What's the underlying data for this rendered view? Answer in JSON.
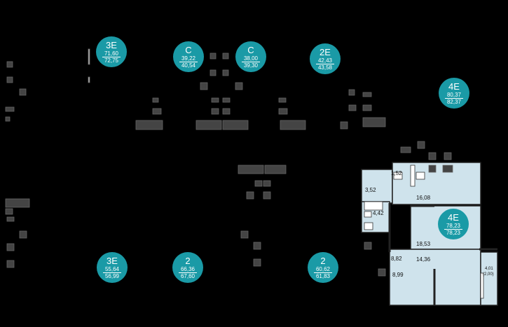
{
  "colors": {
    "background": "#000000",
    "badge": "#1a9aa6",
    "room_fill": "#cfe3ec",
    "wall": "#222222"
  },
  "units": [
    {
      "code": "3E",
      "area_living": "71,60",
      "area_total": "72,75"
    },
    {
      "code": "C",
      "area_living": "39,22",
      "area_total": "40,54"
    },
    {
      "code": "C",
      "area_living": "38,00",
      "area_total": "39,30"
    },
    {
      "code": "2E",
      "area_living": "42,43",
      "area_total": "43,58"
    },
    {
      "code": "4E",
      "area_living": "80,37",
      "area_total": "82,37"
    },
    {
      "code": "4E",
      "area_living": "78,23",
      "area_total": "78,23"
    },
    {
      "code": "3E",
      "area_living": "55,64",
      "area_total": "56,99"
    },
    {
      "code": "2",
      "area_living": "66,36",
      "area_total": "67,60"
    },
    {
      "code": "2",
      "area_living": "60,62",
      "area_total": "61,83"
    }
  ],
  "rooms": [
    "1,52",
    "3,52",
    "16,08",
    "4,42",
    "18,53",
    "8,82",
    "14,36",
    "8,99",
    "4,01",
    "(2,00)"
  ]
}
